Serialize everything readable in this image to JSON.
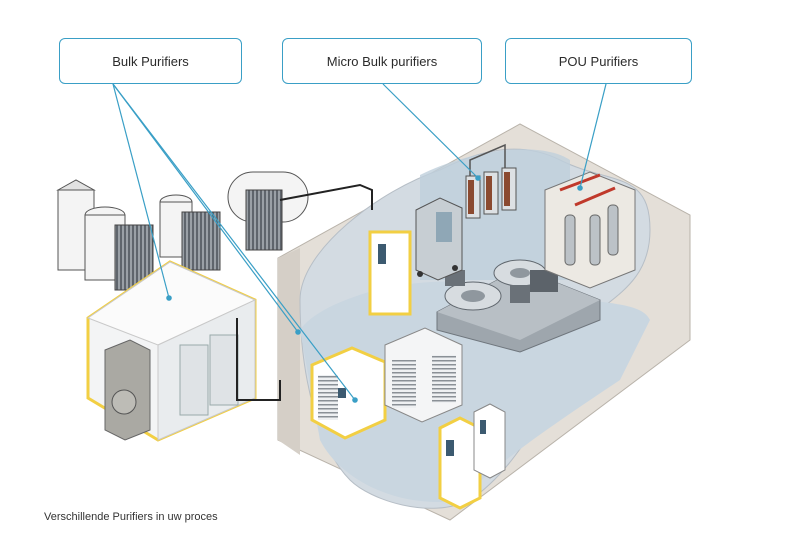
{
  "callouts": {
    "bulk": "Bulk Purifiers",
    "micro_bulk": "Micro Bulk purifiers",
    "pou": "POU Purifiers"
  },
  "caption": "Verschillende Purifiers in uw proces",
  "colors": {
    "callout_border": "#3a9fc6",
    "leader_line": "#3a9fc6",
    "highlight": "#f2cf43",
    "cleanroom_floor": "#c9d6e0",
    "building_wall": "#e2ddd6"
  }
}
